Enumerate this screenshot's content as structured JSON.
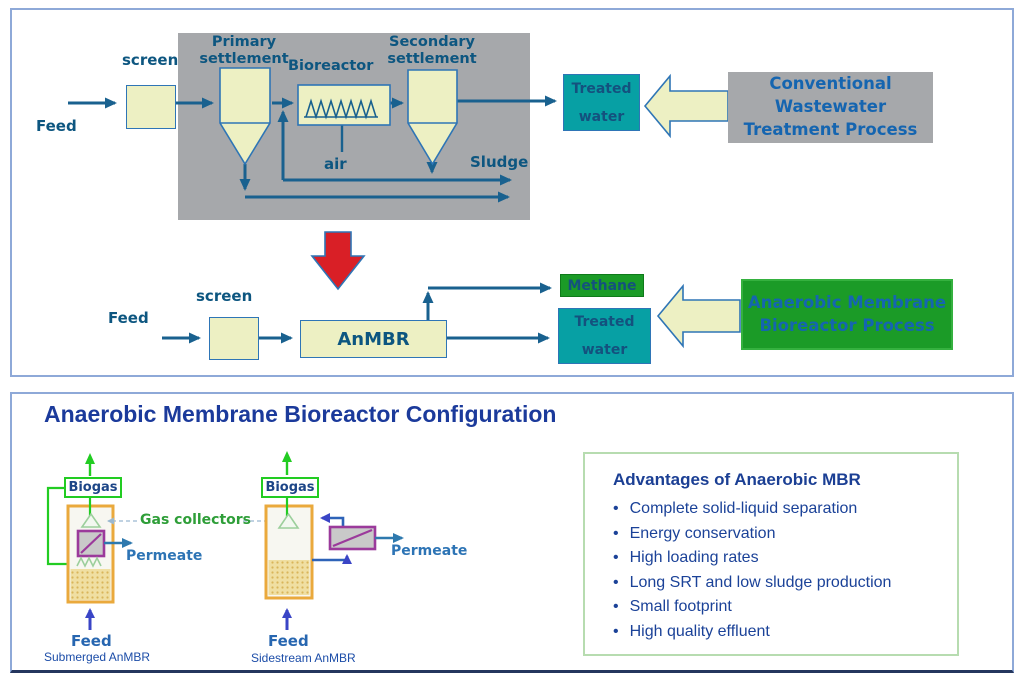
{
  "panel_top": {
    "flow1": {
      "feed": "Feed",
      "screen": "screen",
      "primary": "Primary settlement",
      "bioreactor": "Bioreactor",
      "secondary": "Secondary settlement",
      "air": "air",
      "sludge": "Sludge",
      "treated_water": "Treated water",
      "process_label": "Conventional Wastewater Treatment Process"
    },
    "flow2": {
      "feed": "Feed",
      "screen": "screen",
      "anmbr": "AnMBR",
      "methane": "Methane",
      "treated_water": "Treated water",
      "process_label": "Anaerobic Membrane Bioreactor Process"
    }
  },
  "panel_bottom": {
    "title": "Anaerobic Membrane Bioreactor Configuration",
    "gas_collectors": "Gas collectors",
    "submerged": {
      "biogas": "Biogas",
      "permeate": "Permeate",
      "feed": "Feed",
      "caption": "Submerged AnMBR"
    },
    "sidestream": {
      "biogas": "Biogas",
      "permeate": "Permeate",
      "feed": "Feed",
      "caption": "Sidestream AnMBR"
    },
    "advantages": {
      "title": "Advantages of Anaerobic MBR",
      "items": [
        "Complete solid-liquid separation",
        "Energy conservation",
        "High loading rates",
        "Long SRT and low sludge production",
        "Small footprint",
        "High quality effluent"
      ]
    }
  },
  "colors": {
    "panel_border": "#8ea9d8",
    "gray_fill": "#a6a8ab",
    "cream_fill": "#edf0c3",
    "flow_line_blue": "#19618f",
    "teal_fill": "#07a0a4",
    "green_fill": "#1b9b27",
    "red_arrow": "#d91f26",
    "biogas_green": "#22cc22",
    "reactor_orange": "#eaa93c",
    "membrane_purple": "#9b3a9b",
    "navy_text": "#0d5680",
    "process_text_blue": "#1565b0"
  }
}
